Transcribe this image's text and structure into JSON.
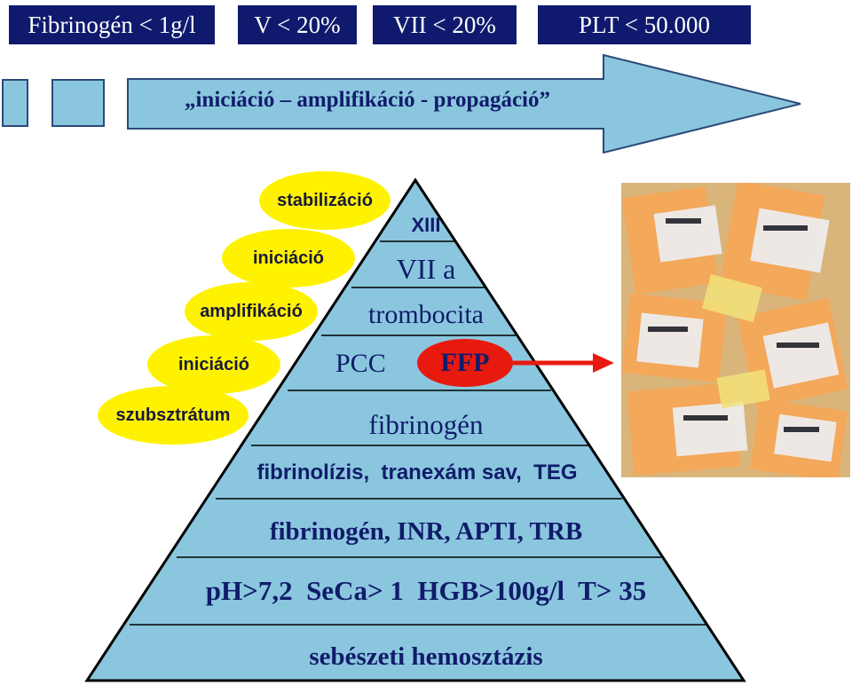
{
  "header_boxes": [
    "Fibrinogén < 1g/l",
    "V < 20%",
    "VII < 20%",
    "PLT < 50.000"
  ],
  "arrow_text": "„iniciáció – amplifikáció - propagáció”",
  "ellipses": [
    "stabilizáció",
    "iniciáció",
    "amplifikáció",
    "iniciáció",
    "szubsztrátum"
  ],
  "pyramid": {
    "xiii": "XIII",
    "vii_a": "VII a",
    "trombocita": "trombocita",
    "pcc": "PCC",
    "ffp": "FFP",
    "fibrinogen": "fibrinogén",
    "fibrinolizis": "fibrinolízis,  tranexám sav,  TEG",
    "labs": "fibrinogén, INR, APTI, TRB",
    "targets": "pH>7,2  SeCa> 1  HGB>100g/l  T> 35",
    "base": "sebészeti hemosztázis"
  },
  "colors": {
    "header": "#0f1a6e",
    "pyramid_fill": "#8bc6df",
    "ellipse": "#fff200",
    "ffp_oval": "#e8190f",
    "text_blue": "#101c6a"
  }
}
